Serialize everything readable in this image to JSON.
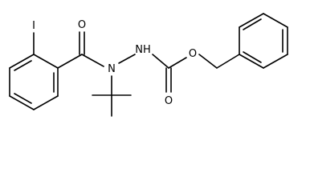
{
  "molecule": {
    "atoms": {
      "iodine": "I",
      "carbonyl_oxygen_1": "O",
      "hydrazide_nitrogen": "N",
      "amine_nitrogen": "NH",
      "ester_oxygen": "O",
      "carbonyl_oxygen_2": "O"
    },
    "colors": {
      "bond": "#000000",
      "background": "#ffffff"
    }
  }
}
